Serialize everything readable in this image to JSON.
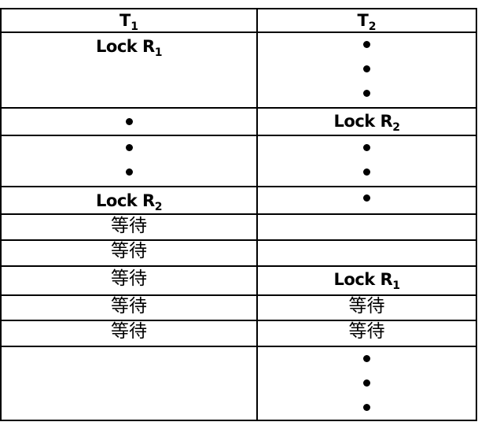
{
  "header": {
    "col1": {
      "letter": "T",
      "sub": "1"
    },
    "col2": {
      "letter": "T",
      "sub": "2"
    }
  },
  "rows": {
    "r1": {
      "t1": {
        "text": "Lock R",
        "sub": "1"
      }
    },
    "r2": {
      "t2": {
        "text": "Lock R",
        "sub": "2"
      }
    },
    "r4": {
      "t1": {
        "text": "Lock R",
        "sub": "2"
      }
    },
    "r5": {
      "t1": "等待"
    },
    "r6": {
      "t1": "等待"
    },
    "r7": {
      "t1": "等待",
      "t2": {
        "text": "Lock R",
        "sub": "1"
      }
    },
    "r8": {
      "t1": "等待",
      "t2": "等待"
    },
    "r9": {
      "t1": "等待",
      "t2": "等待"
    }
  }
}
